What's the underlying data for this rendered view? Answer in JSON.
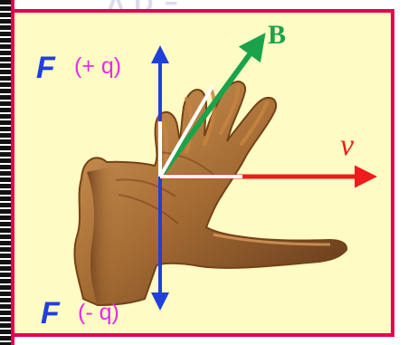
{
  "diagram": {
    "watermark_text": "ΛDΞ",
    "force_symbol": "F",
    "force_positive_charge": "(+ q)",
    "force_negative_charge": "(- q)",
    "field_symbol": "B",
    "velocity_symbol": "v",
    "colors": {
      "force": "#1f3fdc",
      "charge": "#e42ce6",
      "field": "#1aa34a",
      "velocity": "#ef1c1c",
      "background": "#fffbc4",
      "border": "#e5004f",
      "hand_skin": "#a56d34"
    }
  }
}
